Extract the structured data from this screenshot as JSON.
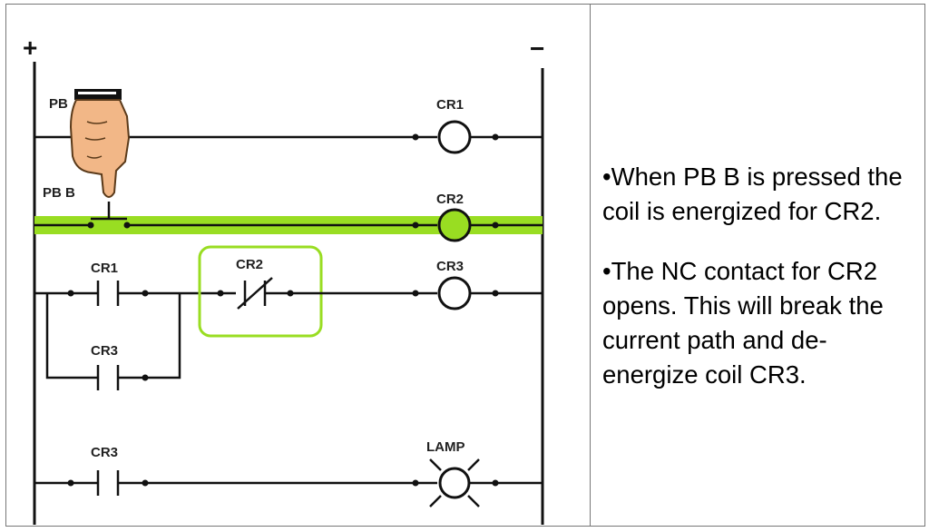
{
  "diagram": {
    "rail_plus": "+",
    "rail_minus": "−",
    "labels": {
      "pb_a": "PB",
      "pb_b": "PB B",
      "cr1_coil": "CR1",
      "cr2_coil": "CR2",
      "cr1_contact": "CR1",
      "cr2_contact": "CR2",
      "cr3_coil": "CR3",
      "cr3_contact_branch": "CR3",
      "cr3_contact_lamp": "CR3",
      "lamp": "LAMP"
    },
    "colors": {
      "energized_highlight": "#99dd22",
      "coil_energized_fill": "#99dd22",
      "selection_box": "#99dd22",
      "line": "#111111"
    },
    "icons": [
      "hand-pointer-icon",
      "lamp-icon"
    ]
  },
  "notes": {
    "bullet1": "•When PB B is pressed the coil is energized for CR2.",
    "bullet2": "•The NC contact for CR2 opens. This will break the current path and de-energize coil CR3."
  }
}
